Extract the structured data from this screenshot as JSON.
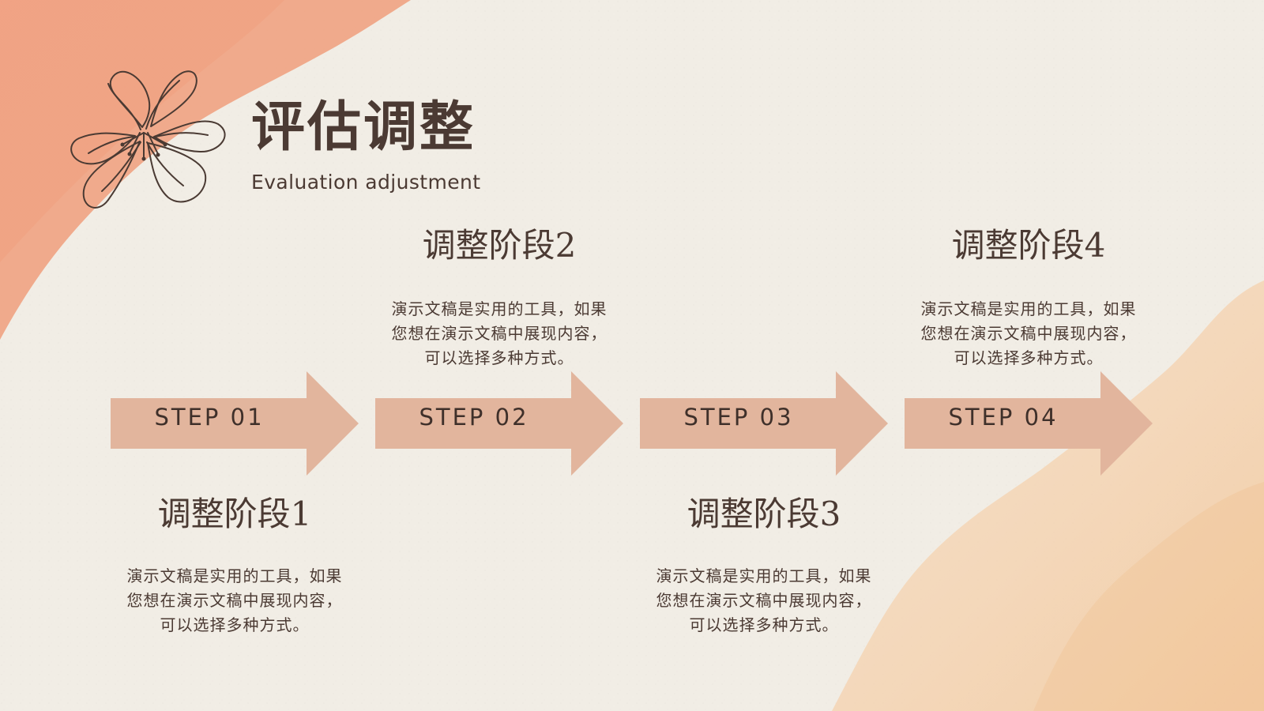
{
  "header": {
    "title": "评估调整",
    "subtitle": "Evaluation adjustment"
  },
  "icons": {
    "flower": "flower-icon"
  },
  "colors": {
    "background": "#f1ede5",
    "watercolor_top_left": "#ef8d6d",
    "watercolor_bottom_right": "#f3c08f",
    "arrow_fill": "#e2b59d",
    "text_dark": "#4b3a33"
  },
  "steps": [
    {
      "label": "STEP 01",
      "stage_title": "调整阶段1",
      "description": [
        "演示文稿是实用的工具，如果",
        "您想在演示文稿中展现内容，",
        "可以选择多种方式。"
      ]
    },
    {
      "label": "STEP 02",
      "stage_title": "调整阶段2",
      "description": [
        "演示文稿是实用的工具，如果",
        "您想在演示文稿中展现内容，",
        "可以选择多种方式。"
      ]
    },
    {
      "label": "STEP 03",
      "stage_title": "调整阶段3",
      "description": [
        "演示文稿是实用的工具，如果",
        "您想在演示文稿中展现内容，",
        "可以选择多种方式。"
      ]
    },
    {
      "label": "STEP 04",
      "stage_title": "调整阶段4",
      "description": [
        "演示文稿是实用的工具，如果",
        "您想在演示文稿中展现内容，",
        "可以选择多种方式。"
      ]
    }
  ]
}
